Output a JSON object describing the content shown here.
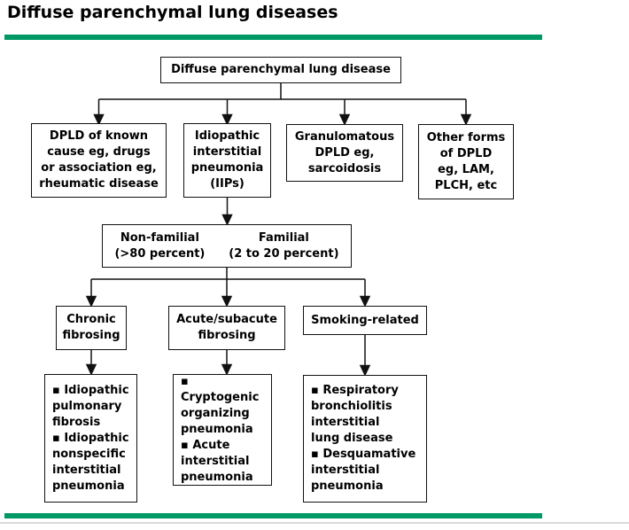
{
  "page": {
    "title": "Diffuse parenchymal lung diseases"
  },
  "colors": {
    "accent_bar": "#009966",
    "box_border": "#111111",
    "divider": "#d9d9d9",
    "text": "#000000"
  },
  "flowchart": {
    "root": {
      "label": "Diffuse parenchymal lung disease"
    },
    "level2": [
      {
        "label": "DPLD of known\ncause eg, drugs\nor association eg,\nrheumatic disease"
      },
      {
        "label": "Idiopathic\ninterstitial\npneumonia\n(IIPs)"
      },
      {
        "label": "Granulomatous\nDPLD eg,\nsarcoidosis"
      },
      {
        "label": "Other forms\nof DPLD\neg, LAM,\nPLCH, etc"
      }
    ],
    "familial_split": {
      "non_familial": "Non-familial\n(>80 percent)",
      "familial": "Familial\n(2 to 20 percent)"
    },
    "categories": [
      {
        "label": "Chronic\nfibrosing"
      },
      {
        "label": "Acute/subacute\nfibrosing"
      },
      {
        "label": "Smoking-related"
      }
    ],
    "diagnoses": [
      {
        "label": "▪ Idiopathic\npulmonary\nfibrosis\n▪ Idiopathic\nnonspecific\ninterstitial\npneumonia"
      },
      {
        "label": "▪ Cryptogenic\norganizing\npneumonia\n▪ Acute\ninterstitial\npneumonia"
      },
      {
        "label": "▪ Respiratory\nbronchiolitis\ninterstitial\nlung disease\n▪ Desquamative\ninterstitial\npneumonia"
      }
    ]
  }
}
